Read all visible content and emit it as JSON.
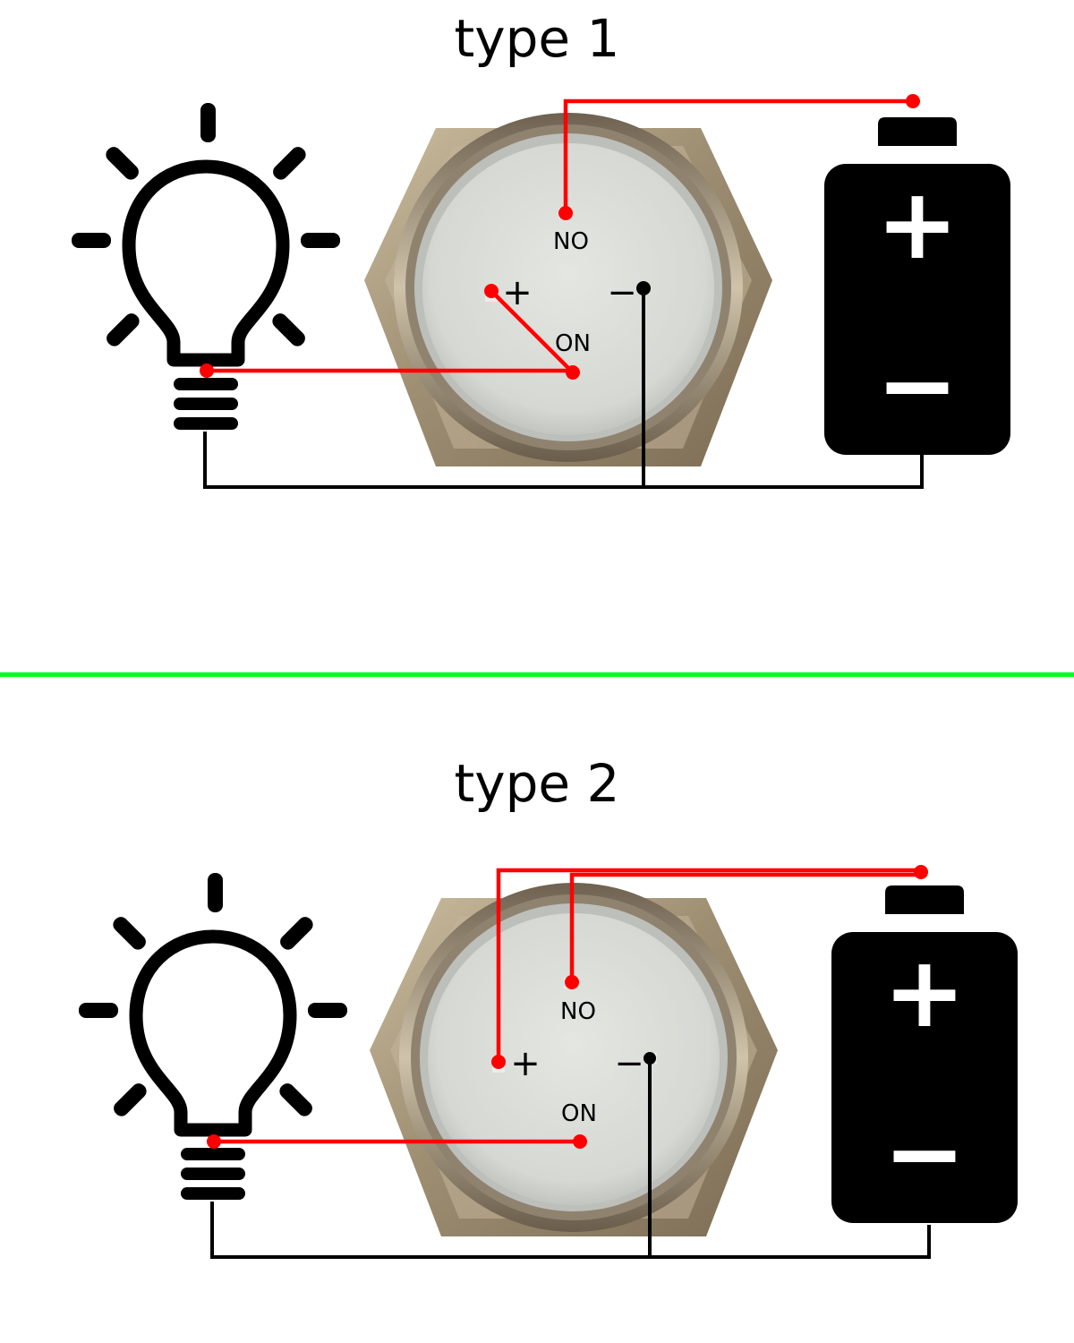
{
  "colors": {
    "positive_wire": "#ff0000",
    "negative_wire": "#000000",
    "divider": "#00ff1e",
    "switch_face": "#d9dbd6",
    "switch_metal": "#b5a48a"
  },
  "diagrams": [
    {
      "title": "type 1",
      "terminals": {
        "no": "NO",
        "on": "ON",
        "plus": "+",
        "minus": "−"
      },
      "battery_labels": {
        "positive": "+",
        "negative": "−"
      }
    },
    {
      "title": "type 2",
      "terminals": {
        "no": "NO",
        "on": "ON",
        "plus": "+",
        "minus": "−"
      },
      "battery_labels": {
        "positive": "+",
        "negative": "−"
      }
    }
  ],
  "icons": [
    "lightbulb-icon",
    "battery-icon",
    "push-switch-icon"
  ]
}
